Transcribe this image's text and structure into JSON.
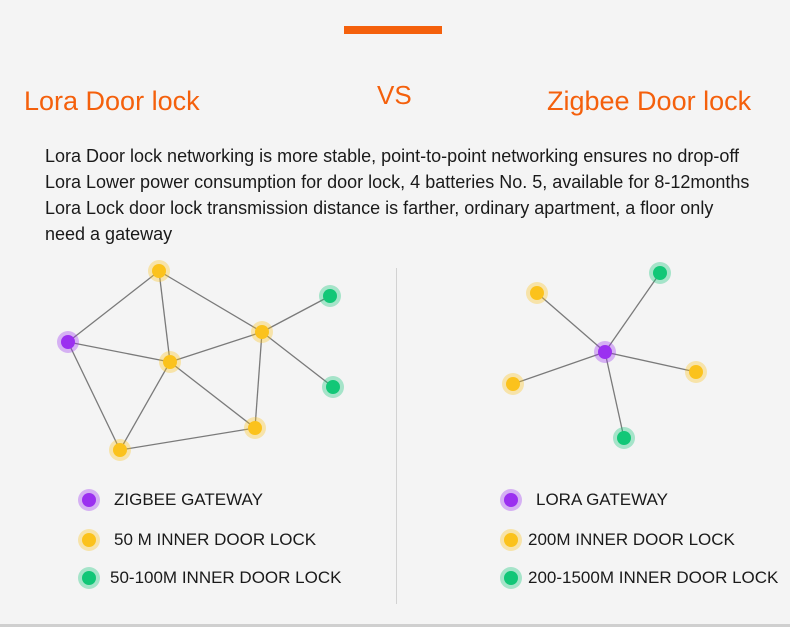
{
  "header": {
    "left_title": "Lora Door lock",
    "vs": "VS",
    "right_title": "Zigbee Door lock"
  },
  "description": [
    "Lora Door lock networking is more stable, point-to-point networking ensures no drop-off",
    "Lora Lower power consumption for door lock, 4 batteries No. 5, available for 8-12months",
    "Lora Lock door lock transmission distance is farther, ordinary apartment, a floor only",
    "need a gateway"
  ],
  "colors": {
    "accent": "#f4600c",
    "gateway": "#9b30f0",
    "short_range": "#fbc21c",
    "long_range": "#12c777",
    "edge": "#7a7a7a"
  },
  "left_legend": [
    {
      "color_key": "gateway",
      "label": "ZIGBEE GATEWAY"
    },
    {
      "color_key": "short_range",
      "label": "50 M INNER DOOR LOCK"
    },
    {
      "color_key": "long_range",
      "label": "50-100M INNER DOOR LOCK"
    }
  ],
  "right_legend": [
    {
      "color_key": "gateway",
      "label": "LORA GATEWAY"
    },
    {
      "color_key": "short_range",
      "label": "200M INNER DOOR LOCK"
    },
    {
      "color_key": "long_range",
      "label": "200-1500M INNER DOOR LOCK"
    }
  ]
}
